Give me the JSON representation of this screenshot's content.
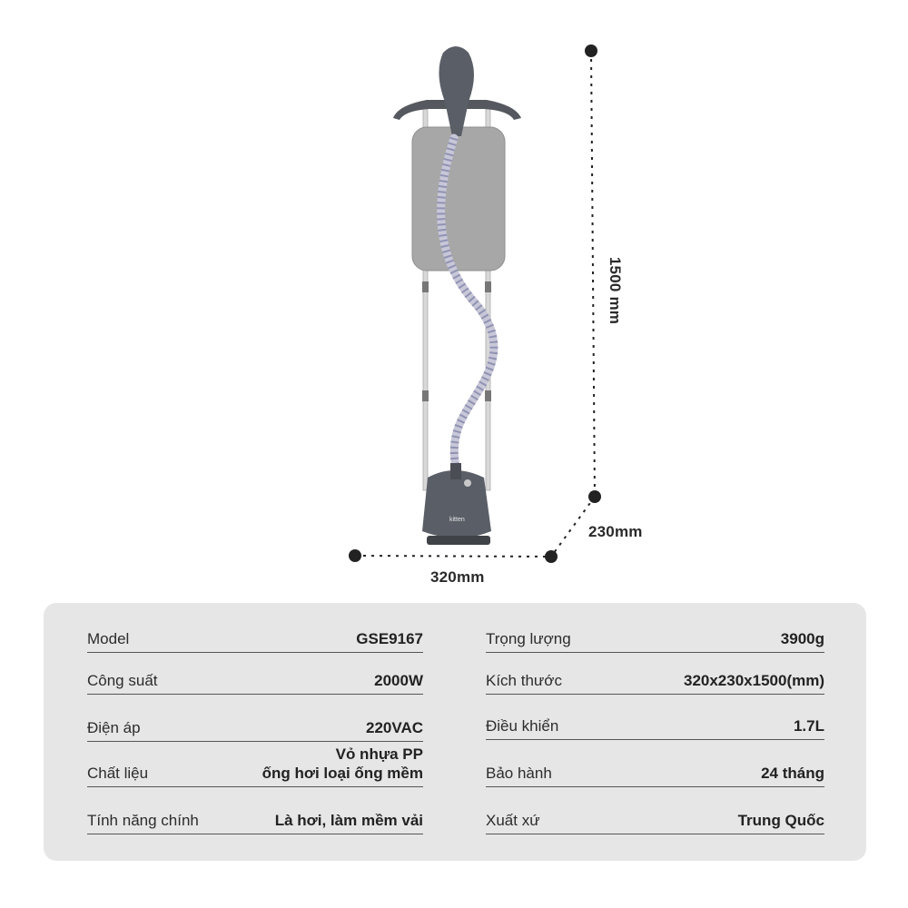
{
  "dimensions": {
    "height": "1500 mm",
    "depth": "230mm",
    "width": "320mm"
  },
  "brand_logo": "kitten",
  "colors": {
    "body_gray": "#5a5e66",
    "board_fabric": "#a7a7a7",
    "card_background": "#e6e6e6"
  },
  "specs_left": [
    {
      "label": "Model",
      "value": "GSE9167"
    },
    {
      "label": "Công suất",
      "value": "2000W"
    },
    {
      "label": "Điện áp",
      "value": "220VAC"
    },
    {
      "label": "Chất liệu",
      "value": "Vỏ nhựa PP",
      "value2": "ống hơi loại ống mềm"
    },
    {
      "label": "Tính năng chính",
      "value": "Là hơi, làm mềm vải"
    }
  ],
  "specs_right": [
    {
      "label": "Trọng lượng",
      "value": "3900g"
    },
    {
      "label": "Kích thước",
      "value": "320x230x1500(mm)"
    },
    {
      "label": "Điều khiển",
      "value": "1.7L"
    },
    {
      "label": "Bảo hành",
      "value": "24 tháng"
    },
    {
      "label": "Xuất xứ",
      "value": "Trung Quốc"
    }
  ]
}
